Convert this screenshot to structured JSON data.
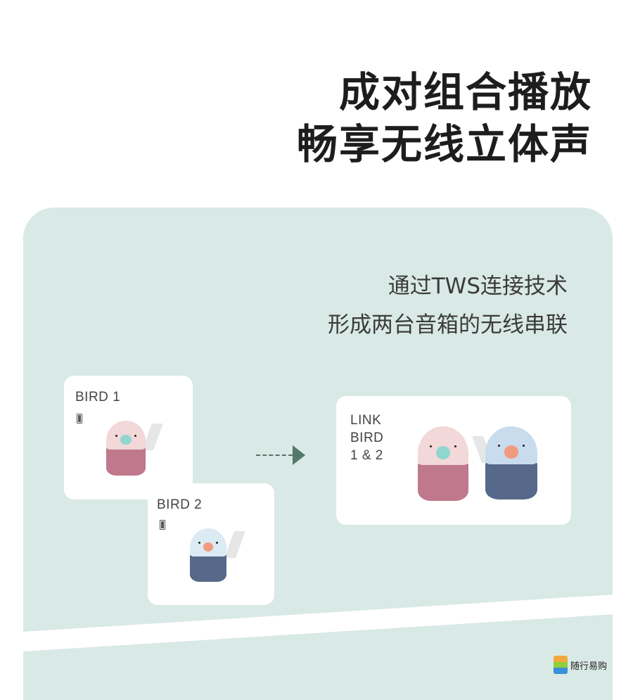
{
  "headline": {
    "line1": "成对组合播放",
    "line2": "畅享无线立体声"
  },
  "subtitle": {
    "line1": "通过TWS连接技术",
    "line2": "形成两台音箱的无线串联"
  },
  "cards": [
    {
      "label": "BIRD 1",
      "icon": "battery-icon"
    },
    {
      "label": "BIRD 2",
      "icon": "battery-icon"
    }
  ],
  "link_card": {
    "line1": "LINK",
    "line2": "BIRD",
    "line3": "1 & 2"
  },
  "colors": {
    "panel": "#d9e9e5",
    "pink_body": "#c0788c",
    "blue_body": "#56698a",
    "arrow": "#557868"
  },
  "watermark": {
    "text": "随行易购"
  }
}
